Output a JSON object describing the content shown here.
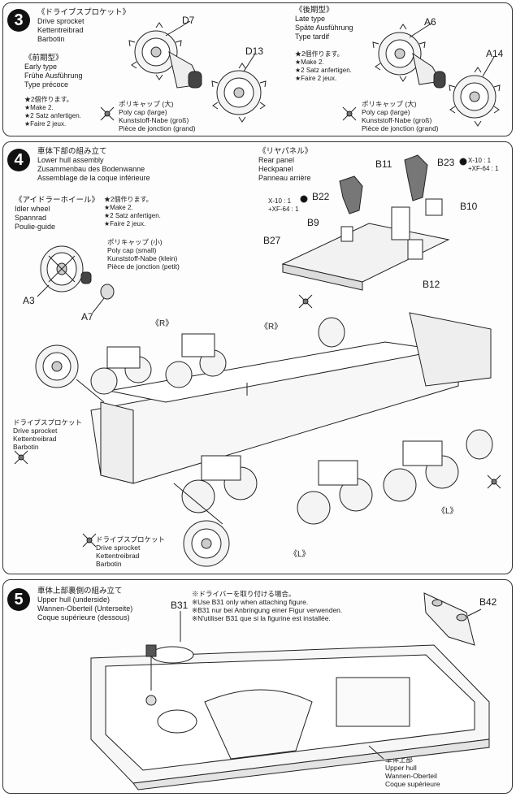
{
  "step3": {
    "number": "3",
    "title": {
      "jp": "《ドライブスプロケット》",
      "en": "Drive sprocket",
      "de": "Kettentreibrad",
      "fr": "Barbotin"
    },
    "early": {
      "jp": "《前期型》",
      "en": "Early type",
      "de": "Frühe Ausführung",
      "fr": "Type précoce",
      "make_jp": "★2個作ります。",
      "make_en": "★Make 2.",
      "make_de": "★2 Satz anfertigen.",
      "make_fr": "★Faire 2 jeux."
    },
    "late": {
      "jp": "《後期型》",
      "en": "Late type",
      "de": "Späte Ausführung",
      "fr": "Type tardif",
      "make_jp": "★2個作ります。",
      "make_en": "★Make 2.",
      "make_de": "★2 Satz anfertigen.",
      "make_fr": "★Faire 2 jeux."
    },
    "polycap_left": {
      "jp": "ポリキャップ (大)",
      "en": "Poly cap (large)",
      "de": "Kunststoff-Nabe (groß)",
      "fr": "Pièce de jonction (grand)"
    },
    "polycap_right": {
      "jp": "ポリキャップ (大)",
      "en": "Poly cap (large)",
      "de": "Kunststoff-Nabe (groß)",
      "fr": "Pièce de jonction (grand)"
    },
    "parts": {
      "d7": "D7",
      "d13": "D13",
      "a6": "A6",
      "a14": "A14"
    }
  },
  "step4": {
    "number": "4",
    "title": {
      "jp": "車体下部の組み立て",
      "en": "Lower hull assembly",
      "de": "Zusammenbau des Bodenwanne",
      "fr": "Assemblage de la coque inférieure"
    },
    "idler": {
      "jp": "《アイドラーホイール》",
      "en": "Idler wheel",
      "de": "Spannrad",
      "fr": "Poulie-guide",
      "make_jp": "★2個作ります。",
      "make_en": "★Make 2.",
      "make_de": "★2 Satz anfertigen.",
      "make_fr": "★Faire 2 jeux."
    },
    "polycap_small": {
      "jp": "ポリキャップ (小)",
      "en": "Poly cap (small)",
      "de": "Kunststoff-Nabe (klein)",
      "fr": "Pièce de jonction (petit)"
    },
    "rear": {
      "jp": "《リヤパネル》",
      "en": "Rear panel",
      "de": "Heckpanel",
      "fr": "Panneau arrière"
    },
    "paint_b22": {
      "line1": "X-10 : 1",
      "line2": "+XF-64 : 1"
    },
    "paint_b23": {
      "line1": "X-10 : 1",
      "line2": "+XF-64 : 1"
    },
    "sprocket_left": {
      "jp": "ドライブスプロケット",
      "en": "Drive sprocket",
      "de": "Kettentreibrad",
      "fr": "Barbotin"
    },
    "sprocket_bottom": {
      "jp": "ドライブスプロケット",
      "en": "Drive sprocket",
      "de": "Kettentreibrad",
      "fr": "Barbotin"
    },
    "side_r1": "《R》",
    "side_r2": "《R》",
    "side_l1": "《L》",
    "side_l2": "《L》",
    "parts": {
      "a3": "A3",
      "a7": "A7",
      "b9": "B9",
      "b10": "B10",
      "b11": "B11",
      "b12": "B12",
      "b22": "B22",
      "b23": "B23",
      "b27": "B27"
    }
  },
  "step5": {
    "number": "5",
    "title": {
      "jp": "車体上部裏側の組み立て",
      "en": "Upper hull (underside)",
      "de": "Wannen-Oberteil (Unterseite)",
      "fr": "Coque supérieure (dessous)"
    },
    "note": {
      "jp": "※ドライバーを取り付ける場合。",
      "en": "※Use B31 only when attaching figure.",
      "de": "※B31 nur bei Anbringung einer Figur verwenden.",
      "fr": "※N'utiliser B31 que si la figurine est installée."
    },
    "upper_hull": {
      "jp": "車体上部",
      "en": "Upper hull",
      "de": "Wannen-Oberteil",
      "fr": "Coque supérieure"
    },
    "parts": {
      "b31": "B31",
      "b42": "B42"
    }
  }
}
